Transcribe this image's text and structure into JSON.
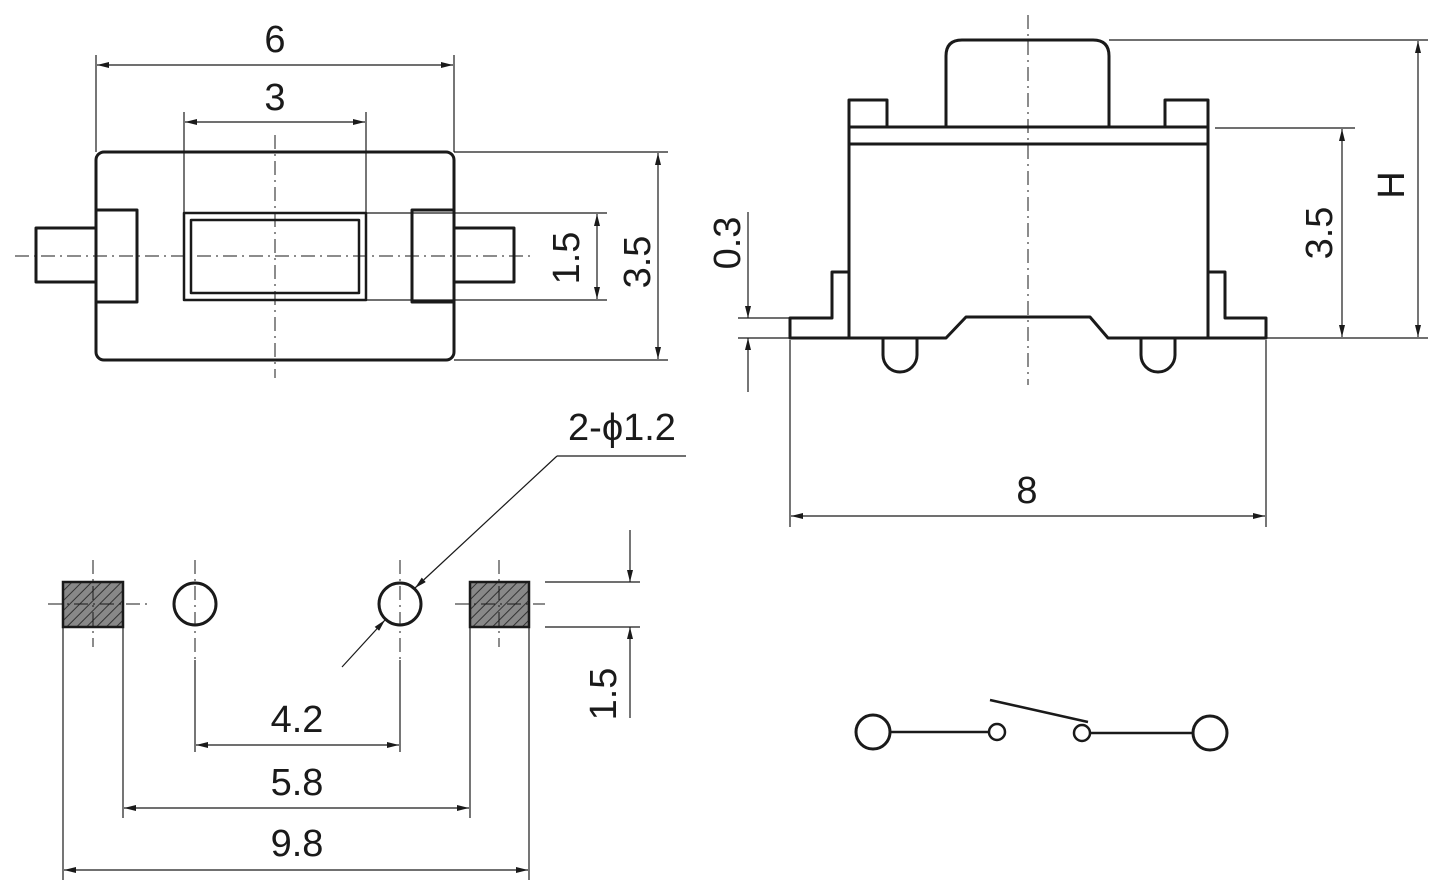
{
  "dimensions": {
    "top_width": "6",
    "top_window_width": "3",
    "top_window_height": "1.5",
    "top_body_height": "3.5",
    "side_lead_thickness": "0.3",
    "side_body_height": "3.5",
    "side_total_height": "H",
    "side_total_length": "8",
    "hole_spec": "2-ϕ1.2",
    "pad_height": "1.5",
    "hole_spacing": "4.2",
    "pad_inner_span": "5.8",
    "pad_outer_span": "9.8"
  },
  "colors": {
    "line": "#1a1a1a",
    "pad_fill": "#888888",
    "background": "#ffffff"
  }
}
